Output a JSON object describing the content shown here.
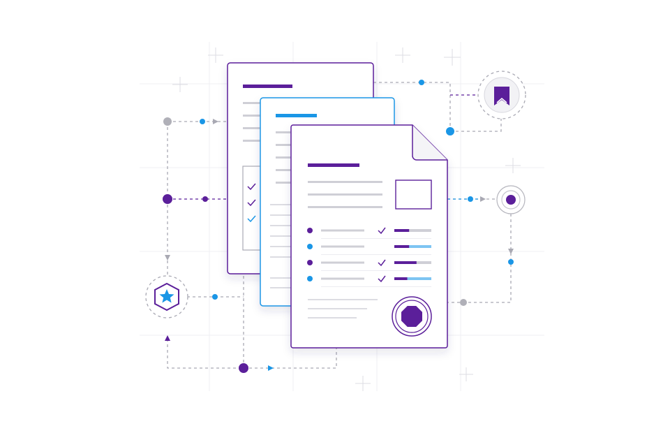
{
  "colors": {
    "purple": "#5b1f9a",
    "blue": "#1a96e6",
    "light_blue": "#7dc4f2",
    "gray_line": "#cfcfd6",
    "connector": "#a9a9b3",
    "grid": "#efeff3",
    "card_border_purple": "#5b1f9a",
    "card_border_blue": "#1a96e6",
    "background": "#ffffff"
  },
  "icons": {
    "bookmark": "bookmark-icon",
    "target": "target-icon",
    "star": "star-icon",
    "seal": "octagon-seal-icon",
    "checkmark": "checkmark-icon",
    "photo": "image-placeholder-icon"
  },
  "documents": {
    "back": {
      "accent": "purple",
      "checked_items": 3
    },
    "middle": {
      "accent": "blue"
    },
    "front": {
      "accent": "purple",
      "rows": [
        {
          "bullet": "purple",
          "checked": true,
          "progress": 0.4
        },
        {
          "bullet": "blue",
          "checked": false,
          "progress": 0.4
        },
        {
          "bullet": "purple",
          "checked": true,
          "progress": 0.6
        },
        {
          "bullet": "blue",
          "checked": true,
          "progress": 0.35
        }
      ]
    }
  }
}
